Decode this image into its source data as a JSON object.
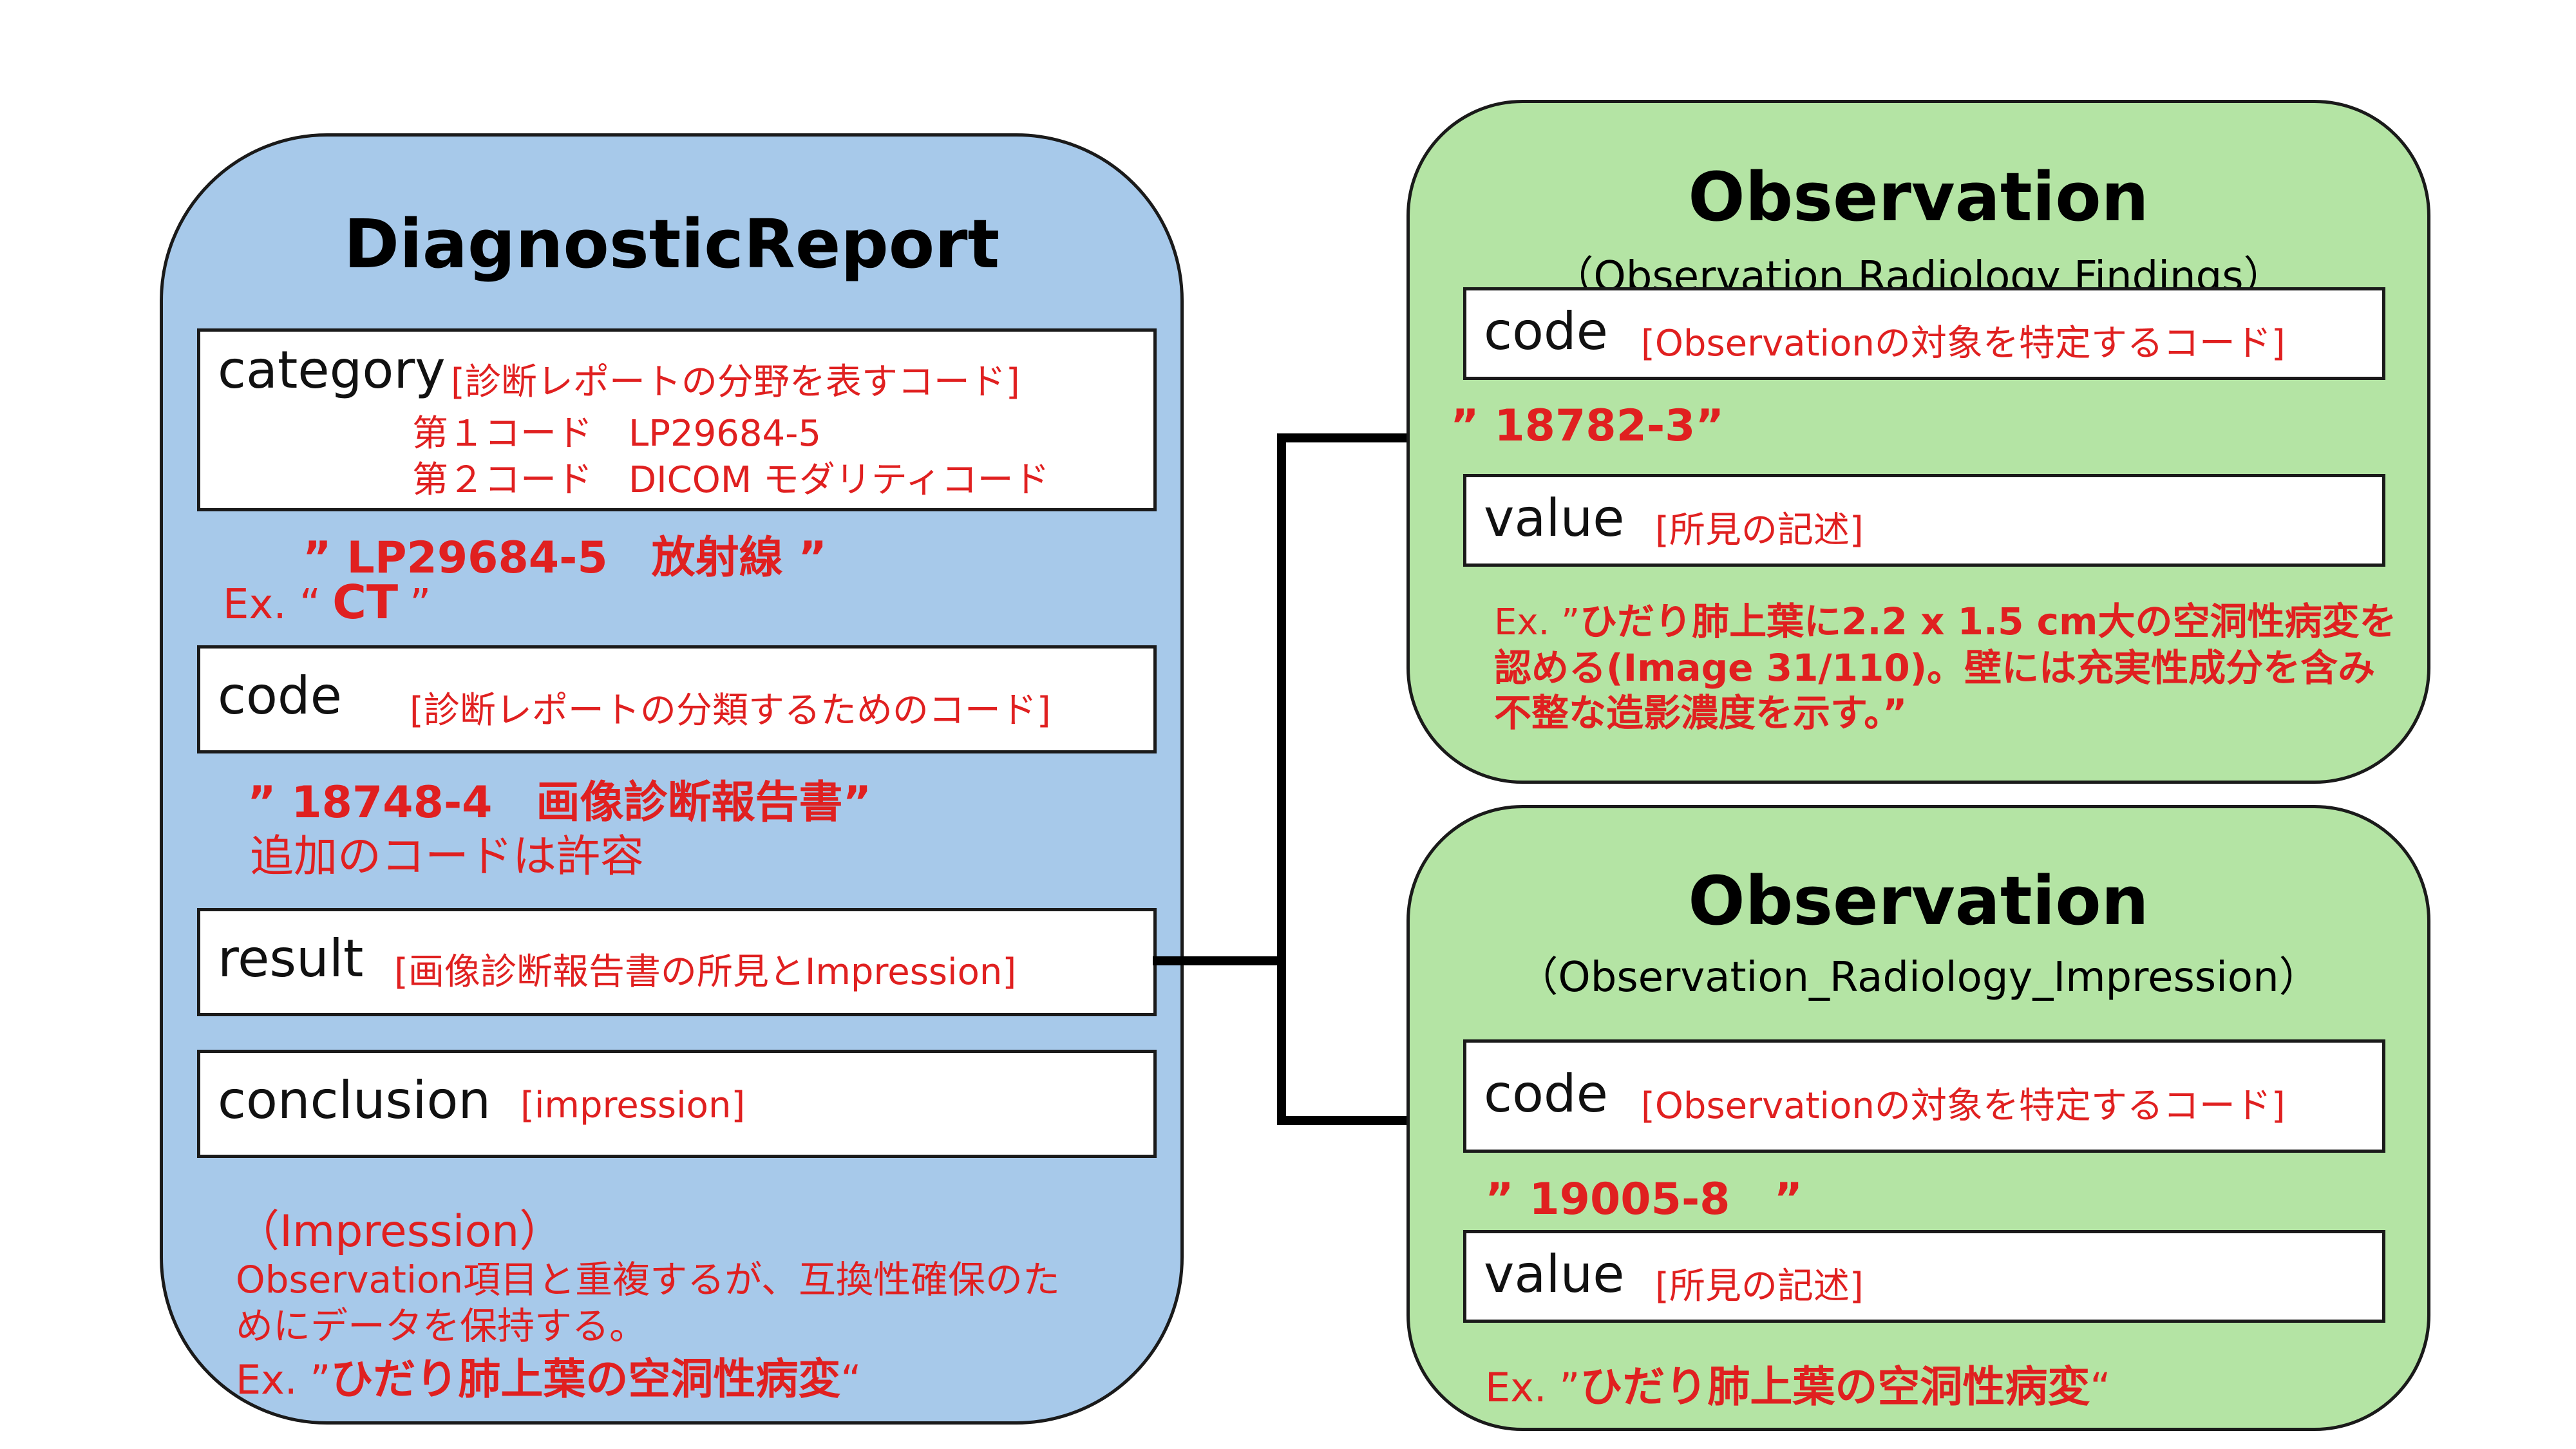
{
  "colors": {
    "report_bg": "#a7c9ea",
    "observation_bg": "#b4e4a4",
    "border": "#1a1a1a",
    "annotation": "#e02020"
  },
  "diagnostic_report": {
    "title": "DiagnosticReport",
    "category": {
      "name": "category",
      "desc": "[診断レポートの分野を表すコード]",
      "line1": "第１コード　LP29684-5",
      "line2": "第２コード　DICOM モダリティコード"
    },
    "category_value": "” LP29684-5　放射線 ”",
    "category_ex_prefix": "Ex. “",
    "category_ex_value": "CT",
    "category_ex_suffix": "”",
    "code": {
      "name": "code",
      "desc": "[診断レポートの分類するためのコード]"
    },
    "code_value": "” 18748-4　画像診断報告書”",
    "code_note": "追加のコードは許容",
    "result": {
      "name": "result",
      "desc": "[画像診断報告書の所見とImpression]"
    },
    "conclusion": {
      "name": "conclusion",
      "desc": "[impression]"
    },
    "conclusion_paren": "（Impression）",
    "conclusion_note1": "Observation項目と重複するが、互換性確保のた",
    "conclusion_note2": "めにデータを保持する。",
    "conclusion_ex_prefix": "Ex. ”",
    "conclusion_ex_value": "ひだり肺上葉の空洞性病変",
    "conclusion_ex_suffix": "“"
  },
  "observation_findings": {
    "title": "Observation",
    "subtitle": "（Observation Radiology Findings）",
    "code": {
      "name": "code",
      "desc": "[Observationの対象を特定するコード]"
    },
    "code_value": "” 18782-3”",
    "value": {
      "name": "value",
      "desc": "[所見の記述]"
    },
    "value_ex_prefix": "Ex. ”",
    "value_ex_line1": "ひだり肺上葉に2.2 x 1.5 cm大の空洞性病変を",
    "value_ex_line2": "認める(Image 31/110)。壁には充実性成分を含み",
    "value_ex_line3": "不整な造影濃度を示す。”"
  },
  "observation_impression": {
    "title": "Observation",
    "subtitle": "（Observation_Radiology_Impression）",
    "code": {
      "name": "code",
      "desc": "[Observationの対象を特定するコード]"
    },
    "code_value": "” 19005-8　”",
    "value": {
      "name": "value",
      "desc": "[所見の記述]"
    },
    "value_ex_prefix": "Ex. ”",
    "value_ex_value": "ひだり肺上葉の空洞性病変",
    "value_ex_suffix": "“"
  }
}
